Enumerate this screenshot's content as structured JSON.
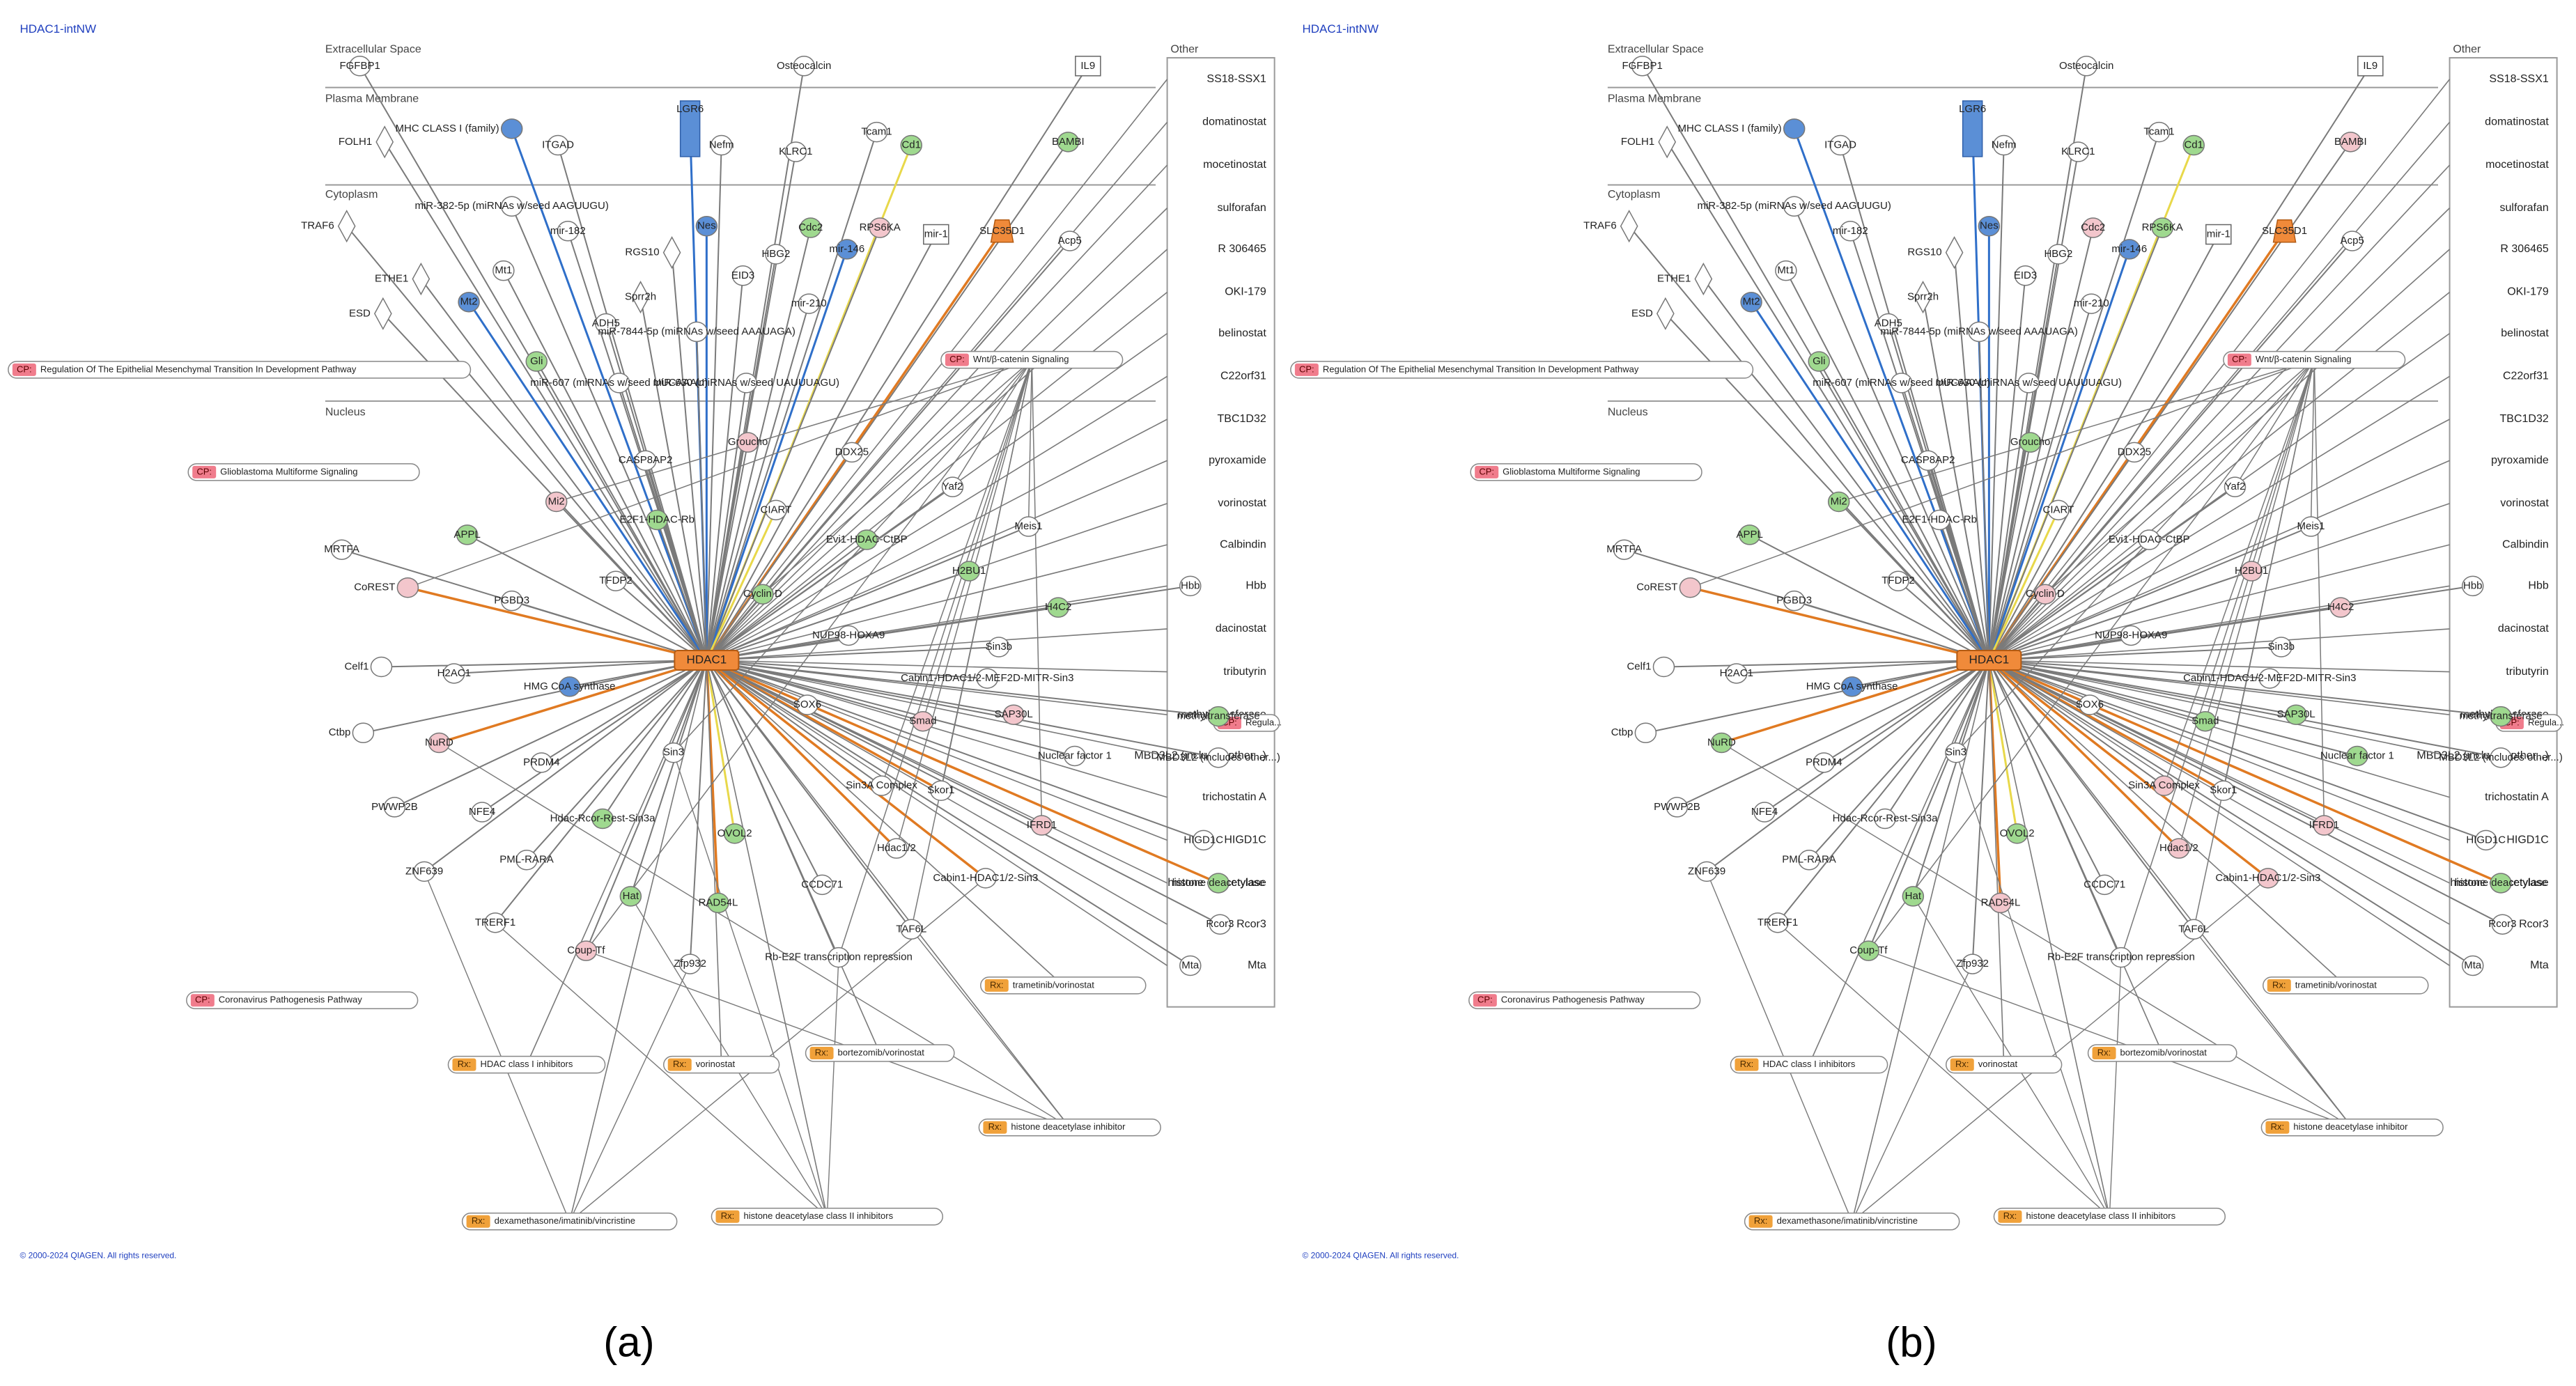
{
  "panels": [
    {
      "id": "a",
      "title": "HDAC1-intNW",
      "caption": "(a)",
      "copyright": "© 2000-2024 QIAGEN. All rights reserved.",
      "hub": "HDAC1",
      "layers": [
        "Extracellular Space",
        "Plasma Membrane",
        "Cytoplasm",
        "Nucleus",
        "Other"
      ],
      "nodes": [
        {
          "name": "FGFBP1",
          "color": "white"
        },
        {
          "name": "Osteocalcin",
          "color": "white"
        },
        {
          "name": "IL9",
          "color": "white"
        },
        {
          "name": "MHC CLASS I (family)",
          "color": "blue"
        },
        {
          "name": "ITGAD",
          "color": "white"
        },
        {
          "name": "LGR6",
          "color": "blue"
        },
        {
          "name": "Nefm",
          "color": "white"
        },
        {
          "name": "KLRC1",
          "color": "white"
        },
        {
          "name": "Tcam1",
          "color": "white"
        },
        {
          "name": "Cd1",
          "color": "green"
        },
        {
          "name": "BAMBI",
          "color": "green"
        },
        {
          "name": "FOLH1",
          "color": "white"
        },
        {
          "name": "miR-382-5p (miRNAs w/seed AAGUUGU)",
          "color": "white"
        },
        {
          "name": "TRAF6",
          "color": "white"
        },
        {
          "name": "mir-182",
          "color": "white"
        },
        {
          "name": "Nes",
          "color": "blue"
        },
        {
          "name": "Cdc2",
          "color": "green"
        },
        {
          "name": "RPS6KA",
          "color": "pink"
        },
        {
          "name": "mir-1",
          "color": "white"
        },
        {
          "name": "SLC35D1",
          "color": "orange"
        },
        {
          "name": "Acp5",
          "color": "white"
        },
        {
          "name": "RGS10",
          "color": "white"
        },
        {
          "name": "HBG2",
          "color": "white"
        },
        {
          "name": "mir-146",
          "color": "blue"
        },
        {
          "name": "ETHE1",
          "color": "white"
        },
        {
          "name": "Mt1",
          "color": "white"
        },
        {
          "name": "EID3",
          "color": "white"
        },
        {
          "name": "Mt2",
          "color": "blue"
        },
        {
          "name": "Sprr2h",
          "color": "white"
        },
        {
          "name": "mir-210",
          "color": "white"
        },
        {
          "name": "ESD",
          "color": "white"
        },
        {
          "name": "ADH5",
          "color": "white"
        },
        {
          "name": "miR-7844-5p (miRNAs w/seed AAAUAGA)",
          "color": "white"
        },
        {
          "name": "Gli",
          "color": "green"
        },
        {
          "name": "miR-607 (miRNAs w/seed UUCAAAU)",
          "color": "white"
        },
        {
          "name": "miR-630 (miRNAs w/seed UAUUUAGU)",
          "color": "white"
        },
        {
          "name": "Groucho",
          "color": "pink"
        },
        {
          "name": "DDX25",
          "color": "white"
        },
        {
          "name": "CASP8AP2",
          "color": "white"
        },
        {
          "name": "Mi2",
          "color": "pink"
        },
        {
          "name": "Yaf2",
          "color": "white"
        },
        {
          "name": "APPL",
          "color": "green"
        },
        {
          "name": "E2F1-HDAC-Rb",
          "color": "green"
        },
        {
          "name": "CIART",
          "color": "white"
        },
        {
          "name": "Evi1-HDAC-CtBP",
          "color": "green"
        },
        {
          "name": "Meis1",
          "color": "white"
        },
        {
          "name": "MRTFA",
          "color": "white"
        },
        {
          "name": "TFDP2",
          "color": "white"
        },
        {
          "name": "H2BU1",
          "color": "green"
        },
        {
          "name": "CoREST",
          "color": "pink"
        },
        {
          "name": "Cyclin D",
          "color": "green"
        },
        {
          "name": "PGBD3",
          "color": "white"
        },
        {
          "name": "H4C2",
          "color": "green"
        },
        {
          "name": "Hbb",
          "color": "white"
        },
        {
          "name": "NUP98-HOXA9",
          "color": "white"
        },
        {
          "name": "Sin3b",
          "color": "white"
        },
        {
          "name": "Celf1",
          "color": "white"
        },
        {
          "name": "H2AC1",
          "color": "white"
        },
        {
          "name": "HMG CoA synthase",
          "color": "blue"
        },
        {
          "name": "HDAC1",
          "color": "orange"
        },
        {
          "name": "Cabin1-HDAC1/2-MEF2D-MITR-Sin3",
          "color": "white"
        },
        {
          "name": "SOX6",
          "color": "white"
        },
        {
          "name": "SAP30L",
          "color": "pink"
        },
        {
          "name": "Smad",
          "color": "pink"
        },
        {
          "name": "Ctbp",
          "color": "white"
        },
        {
          "name": "NuRD",
          "color": "pink"
        },
        {
          "name": "Sin3",
          "color": "white"
        },
        {
          "name": "Nuclear factor 1",
          "color": "white"
        },
        {
          "name": "PRDM4",
          "color": "white"
        },
        {
          "name": "PWWP2B",
          "color": "white"
        },
        {
          "name": "NFE4",
          "color": "white"
        },
        {
          "name": "Hdac-Rcor-Rest-Sin3a",
          "color": "green"
        },
        {
          "name": "Sin3A Complex",
          "color": "white"
        },
        {
          "name": "Skor1",
          "color": "white"
        },
        {
          "name": "IFRD1",
          "color": "pink"
        },
        {
          "name": "OVOL2",
          "color": "green"
        },
        {
          "name": "ZNF639",
          "color": "white"
        },
        {
          "name": "PML-RARA",
          "color": "white"
        },
        {
          "name": "Hdac1/2",
          "color": "white"
        },
        {
          "name": "Cabin1-HDAC1/2-Sin3",
          "color": "white"
        },
        {
          "name": "Hat",
          "color": "green"
        },
        {
          "name": "RAD54L",
          "color": "green"
        },
        {
          "name": "CCDC71",
          "color": "white"
        },
        {
          "name": "TRERF1",
          "color": "white"
        },
        {
          "name": "TAF6L",
          "color": "white"
        },
        {
          "name": "Coup-Tf",
          "color": "pink"
        },
        {
          "name": "Rb-E2F transcription repression",
          "color": "white"
        },
        {
          "name": "Zfp932",
          "color": "white"
        },
        {
          "name": "methyltransferase",
          "color": "green"
        },
        {
          "name": "MBD3L2 (includes other...)",
          "color": "white"
        },
        {
          "name": "HIGD1C",
          "color": "white"
        },
        {
          "name": "histone deacetylase",
          "color": "green"
        },
        {
          "name": "Rcor3",
          "color": "white"
        },
        {
          "name": "Mta",
          "color": "white"
        }
      ],
      "other_list": [
        "SS18-SSX1",
        "domatinostat",
        "mocetinostat",
        "sulforafan",
        "R 306465",
        "OKI-179",
        "belinostat",
        "C22orf31",
        "TBC1D32",
        "pyroxamide",
        "vorinostat",
        "Calbindin",
        "Hbb",
        "dacinostat",
        "tributyrin",
        "methyltransferase",
        "MBD3L2 (includes other...)",
        "trichostatin A",
        "HIGD1C",
        "histone deacetylase",
        "Rcor3",
        "Mta"
      ],
      "cp_labels": [
        "Regulation Of The Epithelial Mesenchymal Transition In Development Pathway",
        "Wnt/β-catenin Signaling",
        "Glioblastoma Multiforme Signaling",
        "Coronavirus Pathogenesis Pathway",
        "Regula..."
      ],
      "rx_labels": [
        "trametinib/vorinostat",
        "HDAC class I inhibitors",
        "vorinostat",
        "bortezomib/vorinostat",
        "histone deacetylase inhibitor",
        "dexamethasone/imatinib/vincristine",
        "histone deacetylase class II inhibitors"
      ]
    },
    {
      "id": "b",
      "title": "HDAC1-intNW",
      "caption": "(b)",
      "copyright": "© 2000-2024 QIAGEN. All rights reserved.",
      "hub": "HDAC1",
      "layers": [
        "Extracellular Space",
        "Plasma Membrane",
        "Cytoplasm",
        "Nucleus",
        "Other"
      ],
      "nodes": [
        {
          "name": "FGFBP1",
          "color": "white"
        },
        {
          "name": "Osteocalcin",
          "color": "white"
        },
        {
          "name": "IL9",
          "color": "white"
        },
        {
          "name": "MHC CLASS I (family)",
          "color": "blue"
        },
        {
          "name": "ITGAD",
          "color": "white"
        },
        {
          "name": "LGR6",
          "color": "blue"
        },
        {
          "name": "Nefm",
          "color": "white"
        },
        {
          "name": "KLRC1",
          "color": "white"
        },
        {
          "name": "Tcam1",
          "color": "white"
        },
        {
          "name": "Cd1",
          "color": "green"
        },
        {
          "name": "BAMBI",
          "color": "pink"
        },
        {
          "name": "FOLH1",
          "color": "white"
        },
        {
          "name": "miR-382-5p (miRNAs w/seed AAGUUGU)",
          "color": "white"
        },
        {
          "name": "TRAF6",
          "color": "white"
        },
        {
          "name": "mir-182",
          "color": "white"
        },
        {
          "name": "Nes",
          "color": "blue"
        },
        {
          "name": "Cdc2",
          "color": "pink"
        },
        {
          "name": "RPS6KA",
          "color": "green"
        },
        {
          "name": "mir-1",
          "color": "white"
        },
        {
          "name": "SLC35D1",
          "color": "orange"
        },
        {
          "name": "Acp5",
          "color": "white"
        },
        {
          "name": "RGS10",
          "color": "white"
        },
        {
          "name": "HBG2",
          "color": "white"
        },
        {
          "name": "mir-146",
          "color": "blue"
        },
        {
          "name": "ETHE1",
          "color": "white"
        },
        {
          "name": "Mt1",
          "color": "white"
        },
        {
          "name": "EID3",
          "color": "white"
        },
        {
          "name": "Mt2",
          "color": "blue"
        },
        {
          "name": "Sprr2h",
          "color": "white"
        },
        {
          "name": "mir-210",
          "color": "white"
        },
        {
          "name": "ESD",
          "color": "white"
        },
        {
          "name": "ADH5",
          "color": "white"
        },
        {
          "name": "miR-7844-5p (miRNAs w/seed AAAUAGA)",
          "color": "white"
        },
        {
          "name": "Gli",
          "color": "green"
        },
        {
          "name": "miR-607 (miRNAs w/seed UUCAAAU)",
          "color": "white"
        },
        {
          "name": "miR-630 (miRNAs w/seed UAUUUAGU)",
          "color": "white"
        },
        {
          "name": "Groucho",
          "color": "green"
        },
        {
          "name": "DDX25",
          "color": "white"
        },
        {
          "name": "CASP8AP2",
          "color": "white"
        },
        {
          "name": "Mi2",
          "color": "green"
        },
        {
          "name": "Yaf2",
          "color": "white"
        },
        {
          "name": "APPL",
          "color": "green"
        },
        {
          "name": "E2F1-HDAC-Rb",
          "color": "white"
        },
        {
          "name": "CIART",
          "color": "white"
        },
        {
          "name": "Evi1-HDAC-CtBP",
          "color": "white"
        },
        {
          "name": "Meis1",
          "color": "white"
        },
        {
          "name": "MRTFA",
          "color": "white"
        },
        {
          "name": "TFDP2",
          "color": "white"
        },
        {
          "name": "H2BU1",
          "color": "pink"
        },
        {
          "name": "CoREST",
          "color": "pink"
        },
        {
          "name": "Cyclin D",
          "color": "pink"
        },
        {
          "name": "PGBD3",
          "color": "white"
        },
        {
          "name": "H4C2",
          "color": "pink"
        },
        {
          "name": "Hbb",
          "color": "white"
        },
        {
          "name": "NUP98-HOXA9",
          "color": "white"
        },
        {
          "name": "Sin3b",
          "color": "white"
        },
        {
          "name": "Celf1",
          "color": "white"
        },
        {
          "name": "H2AC1",
          "color": "white"
        },
        {
          "name": "HMG CoA synthase",
          "color": "blue"
        },
        {
          "name": "HDAC1",
          "color": "orange"
        },
        {
          "name": "Cabin1-HDAC1/2-MEF2D-MITR-Sin3",
          "color": "white"
        },
        {
          "name": "SOX6",
          "color": "white"
        },
        {
          "name": "SAP30L",
          "color": "green"
        },
        {
          "name": "Smad",
          "color": "green"
        },
        {
          "name": "Ctbp",
          "color": "white"
        },
        {
          "name": "NuRD",
          "color": "green"
        },
        {
          "name": "Sin3",
          "color": "white"
        },
        {
          "name": "Nuclear factor 1",
          "color": "green"
        },
        {
          "name": "PRDM4",
          "color": "white"
        },
        {
          "name": "PWWP2B",
          "color": "white"
        },
        {
          "name": "NFE4",
          "color": "white"
        },
        {
          "name": "Hdac-Rcor-Rest-Sin3a",
          "color": "white"
        },
        {
          "name": "Sin3A Complex",
          "color": "pink"
        },
        {
          "name": "Skor1",
          "color": "white"
        },
        {
          "name": "IFRD1",
          "color": "pink"
        },
        {
          "name": "OVOL2",
          "color": "green"
        },
        {
          "name": "ZNF639",
          "color": "white"
        },
        {
          "name": "PML-RARA",
          "color": "white"
        },
        {
          "name": "Hdac1/2",
          "color": "pink"
        },
        {
          "name": "Cabin1-HDAC1/2-Sin3",
          "color": "pink"
        },
        {
          "name": "Hat",
          "color": "green"
        },
        {
          "name": "RAD54L",
          "color": "pink"
        },
        {
          "name": "CCDC71",
          "color": "white"
        },
        {
          "name": "TRERF1",
          "color": "white"
        },
        {
          "name": "TAF6L",
          "color": "white"
        },
        {
          "name": "Coup-Tf",
          "color": "green"
        },
        {
          "name": "Rb-E2F transcription repression",
          "color": "white"
        },
        {
          "name": "Zfp932",
          "color": "white"
        },
        {
          "name": "methyltransferase",
          "color": "green"
        },
        {
          "name": "MBD3L2 (includes other...)",
          "color": "white"
        },
        {
          "name": "HIGD1C",
          "color": "white"
        },
        {
          "name": "histone deacetylase",
          "color": "green"
        },
        {
          "name": "Rcor3",
          "color": "white"
        },
        {
          "name": "Mta",
          "color": "white"
        }
      ],
      "other_list": [
        "SS18-SSX1",
        "domatinostat",
        "mocetinostat",
        "sulforafan",
        "R 306465",
        "OKI-179",
        "belinostat",
        "C22orf31",
        "TBC1D32",
        "pyroxamide",
        "vorinostat",
        "Calbindin",
        "Hbb",
        "dacinostat",
        "tributyrin",
        "methyltransferase",
        "MBD3L2 (includes other...)",
        "trichostatin A",
        "HIGD1C",
        "histone deacetylase",
        "Rcor3",
        "Mta"
      ],
      "cp_labels": [
        "Regulation Of The Epithelial Mesenchymal Transition In Development Pathway",
        "Wnt/β-catenin Signaling",
        "Glioblastoma Multiforme Signaling",
        "Coronavirus Pathogenesis Pathway",
        "Regula..."
      ],
      "rx_labels": [
        "trametinib/vorinostat",
        "HDAC class I inhibitors",
        "vorinostat",
        "bortezomib/vorinostat",
        "histone deacetylase inhibitor",
        "dexamethasone/imatinib/vincristine",
        "histone deacetylase class II inhibitors"
      ]
    }
  ],
  "badges": {
    "cp": "CP:",
    "rx": "Rx:"
  },
  "colors": {
    "blue": "#5b8fd6",
    "green": "#9fd98f",
    "pink": "#f3c6cc",
    "orange": "#f08a3a",
    "white": "#ffffff",
    "edge": "#7a7a7a",
    "edge_orange": "#e07a22",
    "edge_yellow": "#e8d84a",
    "edge_blue": "#2f6fc9",
    "cp_badge": "#f07c8c",
    "rx_badge": "#f0a13a",
    "title": "#1f3fbf"
  }
}
